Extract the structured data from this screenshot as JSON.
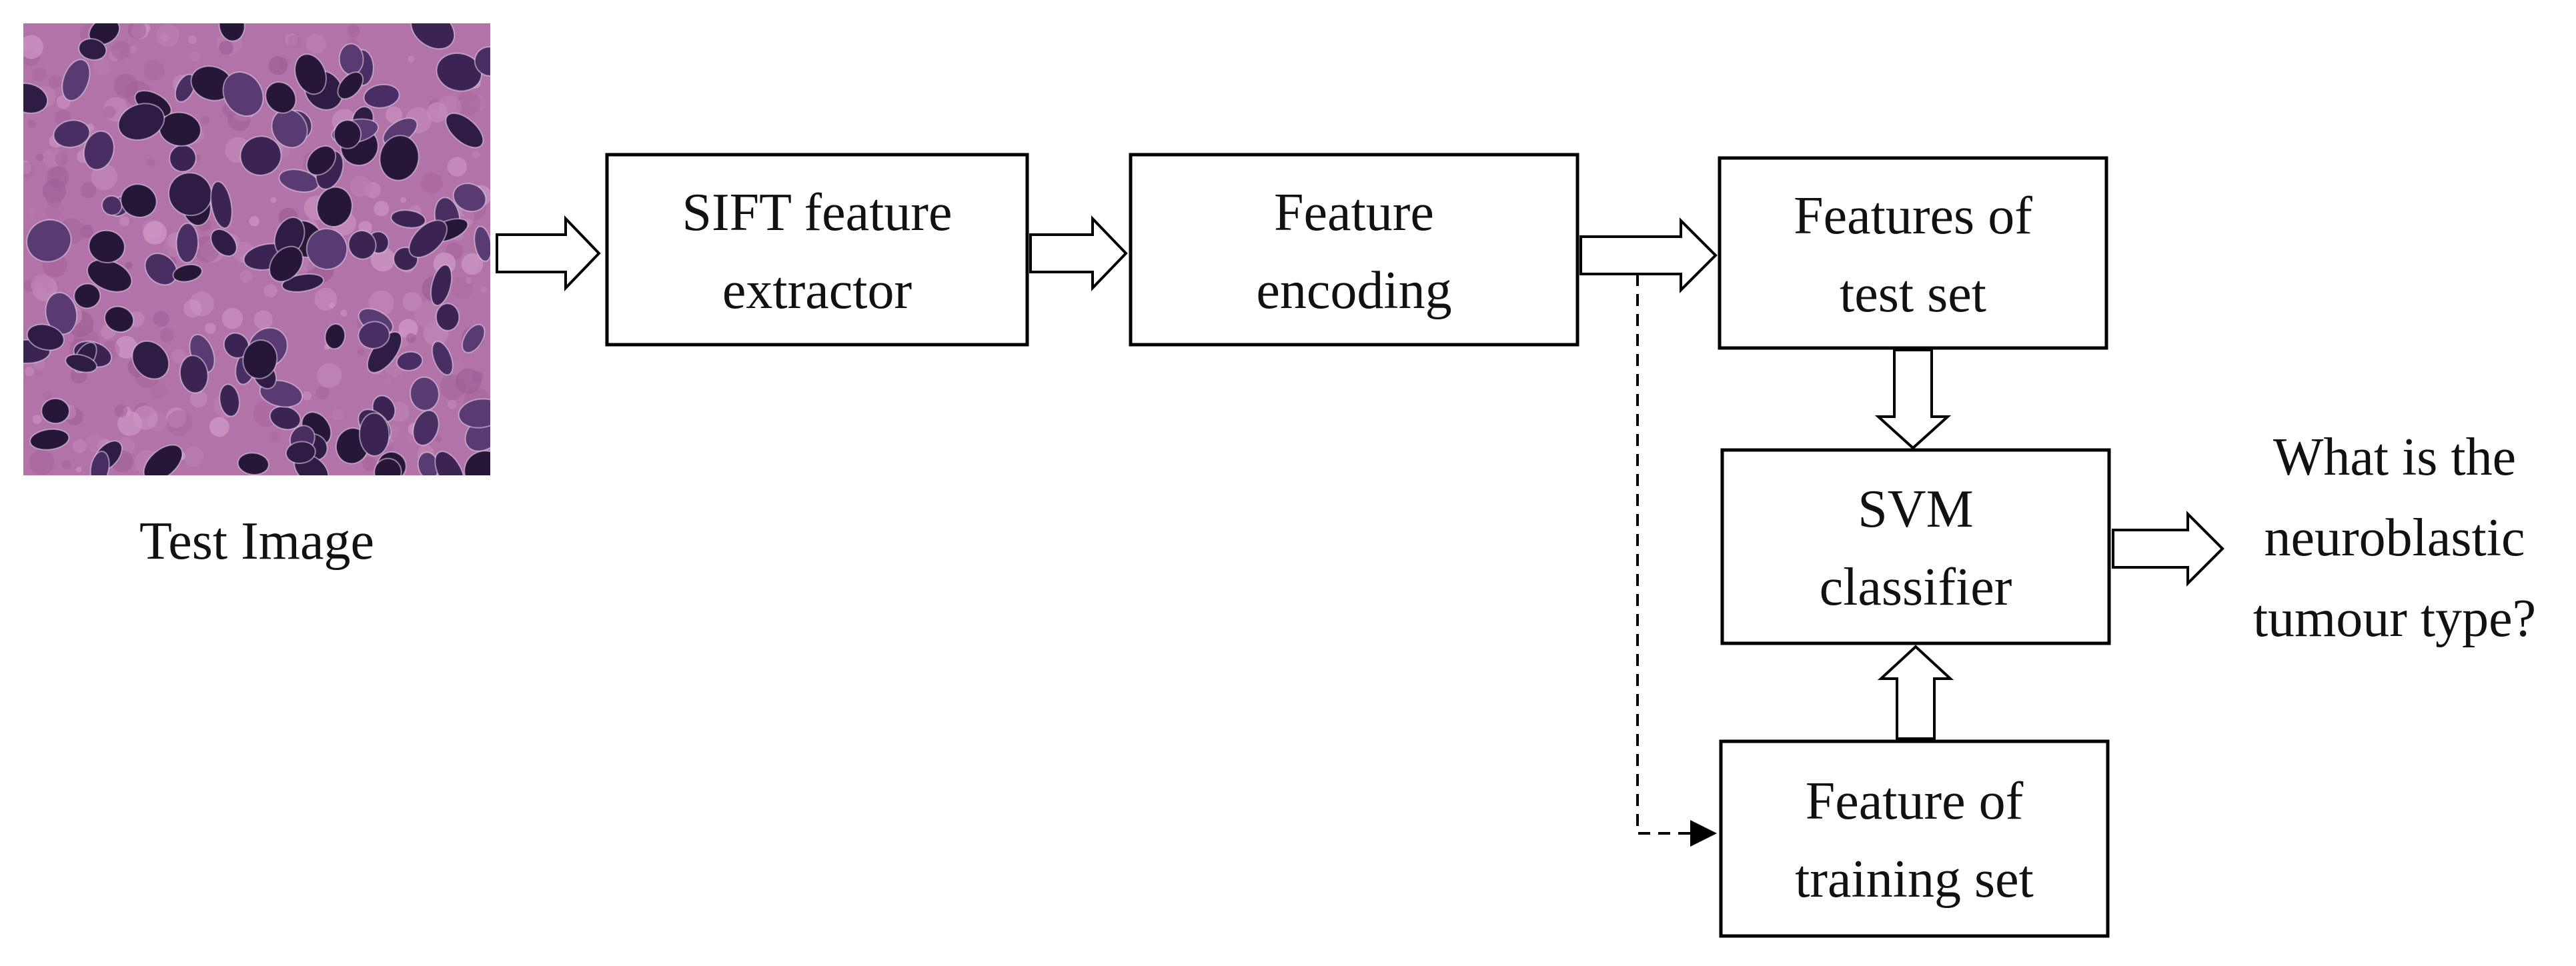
{
  "test_image": {
    "caption": "Test Image"
  },
  "nodes": {
    "sift": {
      "line1": "SIFT feature",
      "line2": "extractor"
    },
    "encoding": {
      "line1": "Feature",
      "line2": "encoding"
    },
    "test_features": {
      "line1": "Features of",
      "line2": "test set"
    },
    "svm": {
      "line1": "SVM",
      "line2": "classifier"
    },
    "training": {
      "line1": "Feature of",
      "line2": "training set"
    }
  },
  "output_question": {
    "line1": "What is the",
    "line2": "neuroblastic",
    "line3": "tumour type?"
  },
  "colors": {
    "stroke": "#000000",
    "text": "#111111",
    "tissue_background": "#b274a8",
    "nucleus": "#3b2453"
  }
}
